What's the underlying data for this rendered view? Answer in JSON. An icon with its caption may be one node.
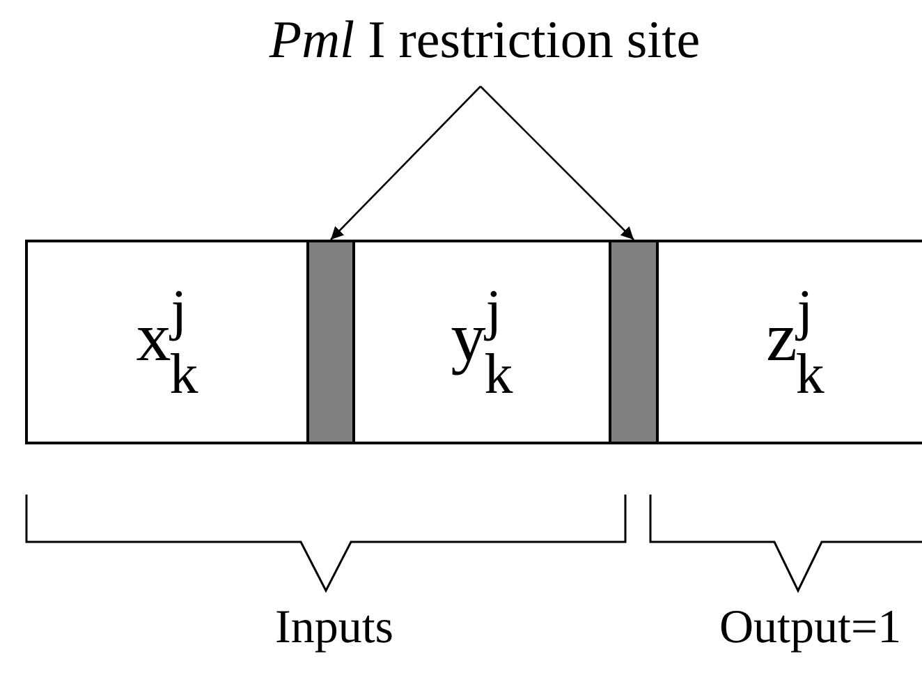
{
  "diagram": {
    "nodes": [
      {
        "text": [
          "*Pml* I restriction site"
        ]
      },
      {
        "text": [
          "x$^{j}$$_{k}$"
        ]
      },
      {
        "text": [],
        "shape": "bar"
      },
      {
        "text": [
          "y$^{j}$$_{k}$"
        ]
      },
      {
        "text": [],
        "shape": "bar"
      },
      {
        "text": [
          "z$^{j}$$_{k}$"
        ]
      }
    ],
    "edges": [
      {
        "from": 0,
        "to": 2,
        "arrow": "to"
      },
      {
        "from": 0,
        "to": 4,
        "arrow": "to"
      }
    ],
    "labels": [
      "Inputs",
      "Output=1"
    ]
  }
}
